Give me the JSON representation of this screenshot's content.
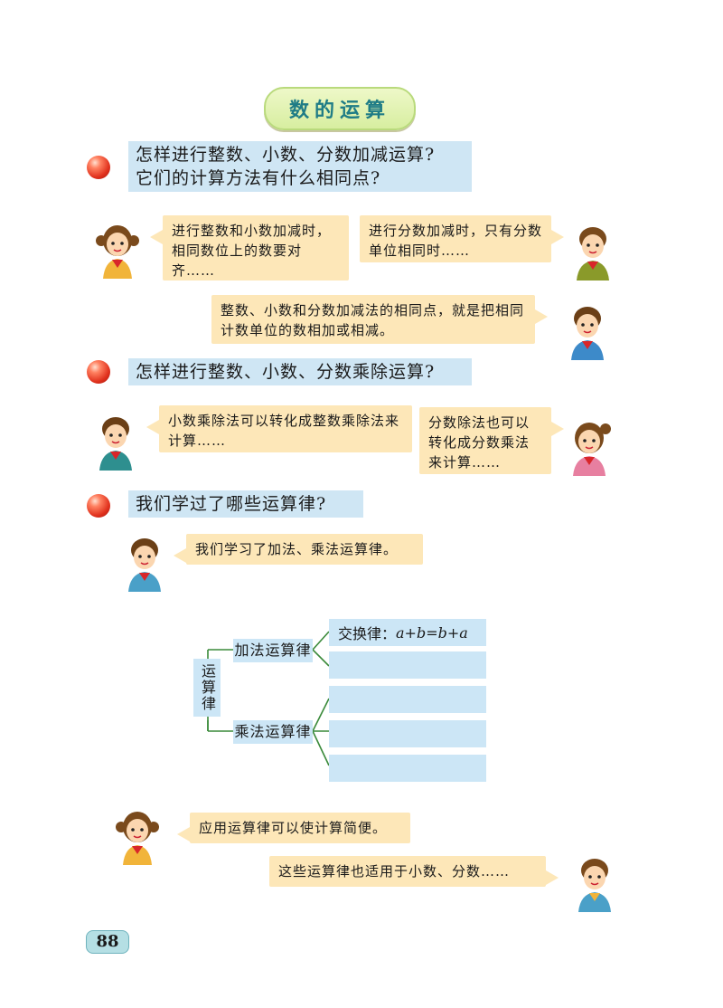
{
  "title": "数的运算",
  "questions": {
    "q1_line1": "怎样进行整数、小数、分数加减运算?",
    "q1_line2": "它们的计算方法有什么相同点?",
    "q2": "怎样进行整数、小数、分数乘除运算?",
    "q3": "我们学过了哪些运算律?"
  },
  "bubbles": {
    "b1": "进行整数和小数加减时，相同数位上的数要对齐……",
    "b2": "进行分数加减时，只有分数单位相同时……",
    "b3": "整数、小数和分数加减法的相同点，就是把相同计数单位的数相加或相减。",
    "b4": "小数乘除法可以转化成整数乘除法来计算……",
    "b5": "分数除法也可以转化成分数乘法来计算……",
    "b6": "我们学习了加法、乘法运算律。",
    "b7": "应用运算律可以使计算简便。",
    "b8": "这些运算律也适用于小数、分数……"
  },
  "diagram": {
    "root": "运算律",
    "add": "加法运算律",
    "mul": "乘法运算律",
    "commutative_prefix": "交换律：",
    "commutative_formula": "a+b=b+a"
  },
  "page_number": "88",
  "colors": {
    "question_bg": "#cfe6f4",
    "bubble_bg": "#fde7b8",
    "title_text": "#1f7c86",
    "branch_line": "#3a8a3a"
  }
}
